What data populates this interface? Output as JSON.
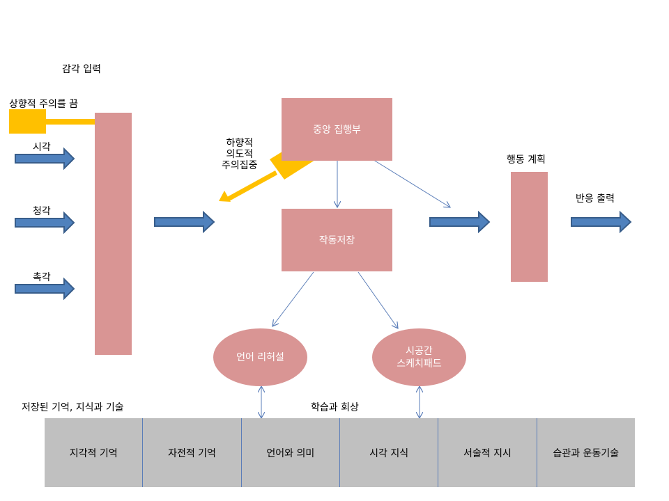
{
  "labels": {
    "sensory_input": "감각 입력",
    "bottom_up": "상향적 주의를 끔",
    "vision": "시각",
    "hearing": "청각",
    "touch": "촉각",
    "top_down": "하향적\n의도적\n주의집중",
    "action_plan": "행동 계획",
    "response_output": "반응 출력",
    "stored_knowledge": "저장된 기억, 지식과 기술",
    "learning_recall": "학습과 회상"
  },
  "boxes": {
    "central_executive": "중앙 집행부",
    "working_memory": "작동저장",
    "phonological_loop": "언어 리허설",
    "visuospatial_sketchpad": "시공간\n스케치패드"
  },
  "memory_store": [
    "지각적 기억",
    "자전적 기억",
    "언어와 의미",
    "시각 지식",
    "서술적 지시",
    "습관과 운동기술"
  ],
  "colors": {
    "box_fill": "#d99594",
    "arrow_blue": "#4f81bd",
    "arrow_blue_stroke": "#385d8a",
    "attention_yellow": "#ffc000",
    "connector_line": "#5a7db8",
    "memory_fill": "#c0c0c0"
  }
}
